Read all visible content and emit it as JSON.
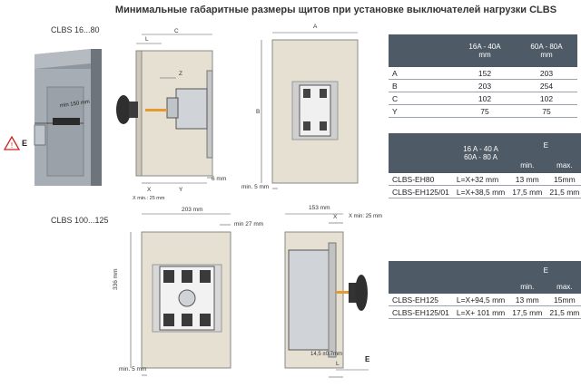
{
  "title": "Минимальные габаритные размеры щитов при установке выключателей нагрузки CLBS",
  "sections": {
    "top": "CLBS 16...80",
    "bottom": "CLBS 100...125"
  },
  "left_photo": {
    "label_e": "E",
    "label_min": "min 150 mm"
  },
  "top_diagrams": {
    "side": {
      "L": "L",
      "C": "C",
      "Z": "Z",
      "X": "X",
      "Y": "Y",
      "xmin": "X min.: 25 mm",
      "six": "6 mm"
    },
    "front": {
      "B": "B",
      "A": "A",
      "min5": "min. 5 mm"
    }
  },
  "bottom_diagrams": {
    "front": {
      "w": "203 mm",
      "h": "336 mm",
      "min27": "min 27 mm",
      "min5": "min. 5 mm"
    },
    "side": {
      "w": "153 mm",
      "X": "X",
      "xmin": "X min: 25 mm",
      "L": "L",
      "E": "E",
      "d": "14,5 ±0.7mm"
    }
  },
  "table1": {
    "headers": [
      "",
      "16A - 40A\nmm",
      "60A - 80A\nmm"
    ],
    "rows": [
      [
        "A",
        "152",
        "203"
      ],
      [
        "B",
        "203",
        "254"
      ],
      [
        "C",
        "102",
        "102"
      ],
      [
        "Y",
        "75",
        "75"
      ]
    ]
  },
  "table2": {
    "h_current": "16 A - 40 A\n60A - 80 A",
    "h_E": "E",
    "h_min": "min.",
    "h_max": "max.",
    "rows": [
      [
        "CLBS-EH80",
        "L=X+32 mm",
        "13 mm",
        "15mm"
      ],
      [
        "CLBS-EH125/01",
        "L=X+38,5 mm",
        "17,5 mm",
        "21,5 mm"
      ]
    ]
  },
  "table3": {
    "h_E": "E",
    "h_min": "min.",
    "h_max": "max.",
    "rows": [
      [
        "CLBS-EH125",
        "L=X+94,5 mm",
        "13 mm",
        "15mm"
      ],
      [
        "CLBS-EH125/01",
        "L=X+ 101 mm",
        "17,5 mm",
        "21,5 mm"
      ]
    ]
  },
  "colors": {
    "header": "#4e5a66",
    "panel": "#e6e0d2",
    "switch": "#d0d4d8"
  }
}
